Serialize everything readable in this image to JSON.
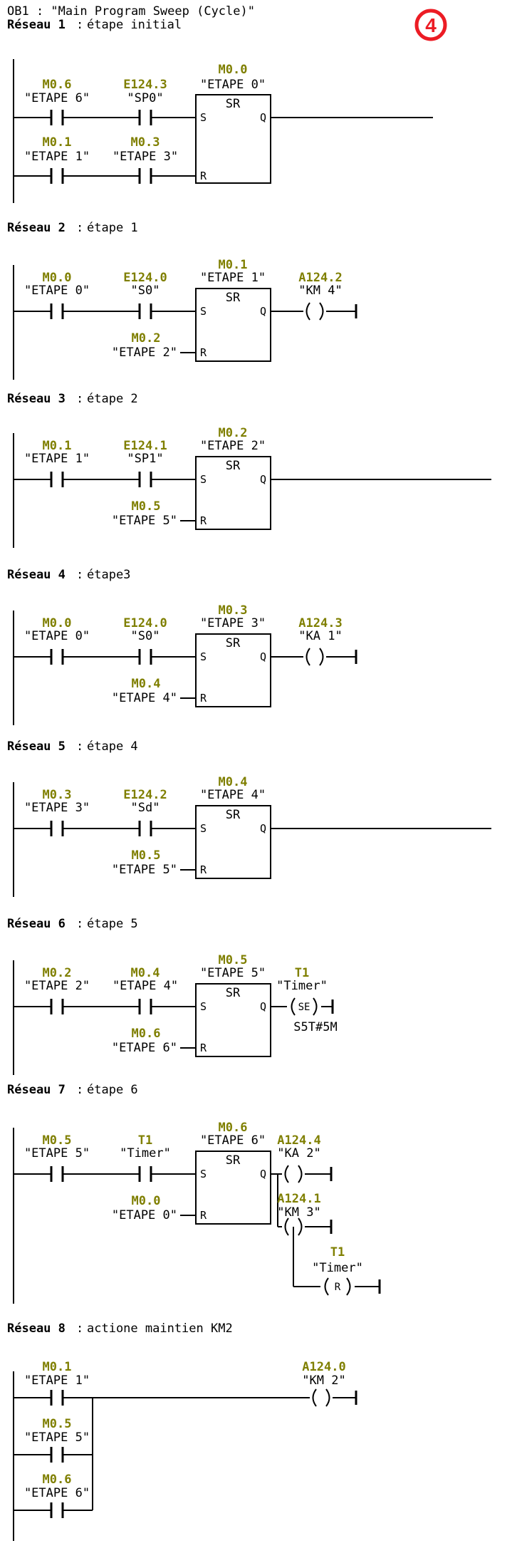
{
  "header": {
    "ob_title": "OB1 :  \"Main Program Sweep (Cycle)\"",
    "page_badge": "4"
  },
  "colors": {
    "address": "#7f7f00",
    "wire": "#000000",
    "badge": "#ec1c24",
    "background": "#ffffff"
  },
  "box_labels": {
    "type": "SR",
    "s_pin": "S",
    "q_pin": "Q",
    "r_pin": "R"
  },
  "coil_ops": {
    "se": "SE",
    "r": "R"
  },
  "networks": [
    {
      "name": "Réseau  1",
      "sep": ":",
      "title": "étape initial",
      "contacts_s": [
        {
          "addr": "M0.6",
          "sym": "\"ETAPE  6\""
        },
        {
          "addr": "E124.3",
          "sym": "\"SP0\""
        }
      ],
      "contacts_r": [
        {
          "addr": "M0.1",
          "sym": "\"ETAPE  1\""
        },
        {
          "addr": "M0.3",
          "sym": "\"ETAPE  3\""
        }
      ],
      "box": {
        "addr": "M0.0",
        "sym": "\"ETAPE  0\""
      }
    },
    {
      "name": "Réseau  2",
      "sep": ":",
      "title": "étape 1",
      "contacts_s": [
        {
          "addr": "M0.0",
          "sym": "\"ETAPE  0\""
        },
        {
          "addr": "E124.0",
          "sym": "\"S0\""
        }
      ],
      "box": {
        "addr": "M0.1",
        "sym": "\"ETAPE  1\""
      },
      "r_operand": {
        "addr": "M0.2",
        "sym": "\"ETAPE  2\""
      },
      "coil": {
        "addr": "A124.2",
        "sym": "\"KM 4\""
      }
    },
    {
      "name": "Réseau  3",
      "sep": ":",
      "title": "étape 2",
      "contacts_s": [
        {
          "addr": "M0.1",
          "sym": "\"ETAPE  1\""
        },
        {
          "addr": "E124.1",
          "sym": "\"SP1\""
        }
      ],
      "box": {
        "addr": "M0.2",
        "sym": "\"ETAPE  2\""
      },
      "r_operand": {
        "addr": "M0.5",
        "sym": "\"ETAPE  5\""
      }
    },
    {
      "name": "Réseau  4",
      "sep": ":",
      "title": "étape3",
      "contacts_s": [
        {
          "addr": "M0.0",
          "sym": "\"ETAPE  0\""
        },
        {
          "addr": "E124.0",
          "sym": "\"S0\""
        }
      ],
      "box": {
        "addr": "M0.3",
        "sym": "\"ETAPE  3\""
      },
      "r_operand": {
        "addr": "M0.4",
        "sym": "\"ETAPE  4\""
      },
      "coil": {
        "addr": "A124.3",
        "sym": "\"KA 1\""
      }
    },
    {
      "name": "Réseau  5",
      "sep": ":",
      "title": "étape 4",
      "contacts_s": [
        {
          "addr": "M0.3",
          "sym": "\"ETAPE  3\""
        },
        {
          "addr": "E124.2",
          "sym": "\"Sd\""
        }
      ],
      "box": {
        "addr": "M0.4",
        "sym": "\"ETAPE  4\""
      },
      "r_operand": {
        "addr": "M0.5",
        "sym": "\"ETAPE  5\""
      }
    },
    {
      "name": "Réseau  6",
      "sep": ":",
      "title": "étape 5",
      "contacts_s": [
        {
          "addr": "M0.2",
          "sym": "\"ETAPE  2\""
        },
        {
          "addr": "M0.4",
          "sym": "\"ETAPE  4\""
        }
      ],
      "box": {
        "addr": "M0.5",
        "sym": "\"ETAPE  5\""
      },
      "r_operand": {
        "addr": "M0.6",
        "sym": "\"ETAPE  6\""
      },
      "coil": {
        "addr": "T1",
        "sym": "\"Timer\""
      },
      "timer_value": "S5T#5M"
    },
    {
      "name": "Réseau  7",
      "sep": ":",
      "title": "étape 6",
      "contacts_s": [
        {
          "addr": "M0.5",
          "sym": "\"ETAPE  5\""
        },
        {
          "addr": "T1",
          "sym": "\"Timer\""
        }
      ],
      "box": {
        "addr": "M0.6",
        "sym": "\"ETAPE  6\""
      },
      "r_operand": {
        "addr": "M0.0",
        "sym": "\"ETAPE  0\""
      },
      "coils": [
        {
          "addr": "A124.4",
          "sym": "\"KA 2\""
        },
        {
          "addr": "A124.1",
          "sym": "\"KM 3\""
        },
        {
          "addr": "T1",
          "sym": "\"Timer\""
        }
      ]
    },
    {
      "name": "Réseau  8",
      "sep": ":",
      "title": "actione maintien KM2",
      "branches": [
        {
          "addr": "M0.1",
          "sym": "\"ETAPE  1\""
        },
        {
          "addr": "M0.5",
          "sym": "\"ETAPE  5\""
        },
        {
          "addr": "M0.6",
          "sym": "\"ETAPE  6\""
        }
      ],
      "coil": {
        "addr": "A124.0",
        "sym": "\"KM 2\""
      }
    }
  ]
}
